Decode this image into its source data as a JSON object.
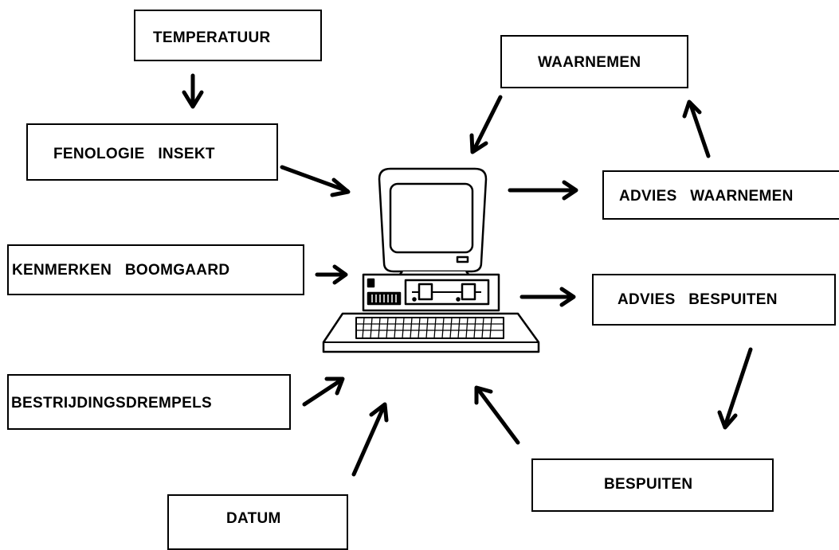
{
  "colors": {
    "ink": "#000000",
    "paper": "#ffffff"
  },
  "center_icon": "computer-icon",
  "boxes": {
    "temperatuur": "TEMPERATUUR",
    "fenologie_insekt": "FENOLOGIE   INSEKT",
    "kenmerken_boomgaard": "KENMERKEN   BOOMGAARD",
    "bestrijdingsdrempels": "BESTRIJDINGSDREMPELS",
    "datum": "DATUM",
    "waarnemen": "WAARNEMEN",
    "advies_waarnemen": "ADVIES   WAARNEMEN",
    "advies_bespuiten": "ADVIES   BESPUITEN",
    "bespuiten": "BESPUITEN"
  }
}
